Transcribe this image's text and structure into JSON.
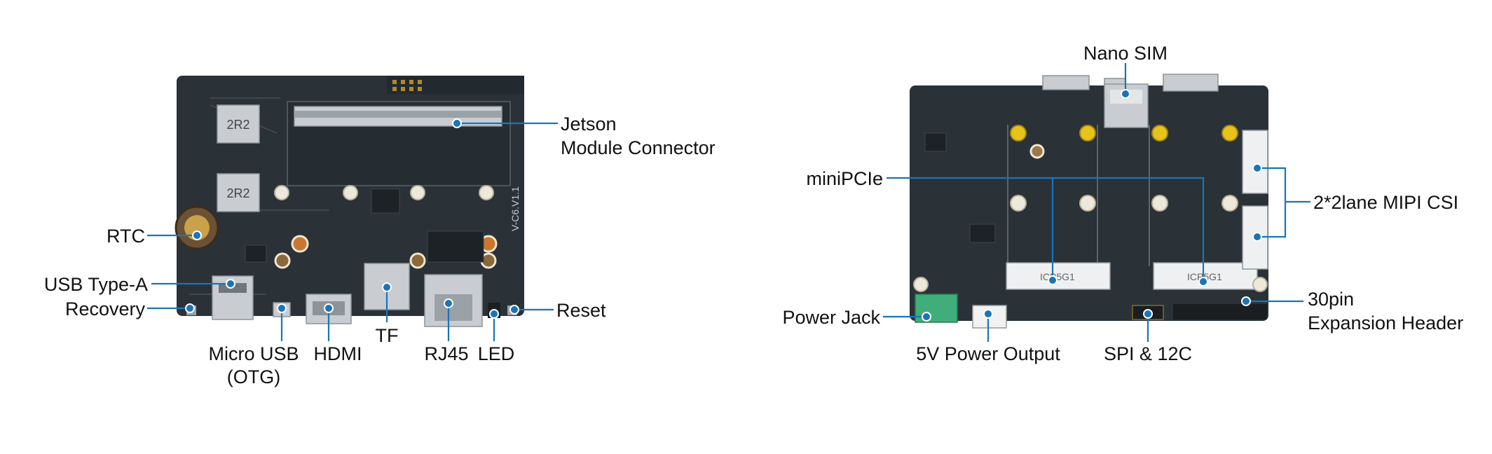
{
  "labels": {
    "jetson_line1": "Jetson",
    "jetson_line2": "Module Connector",
    "rtc": "RTC",
    "usb_type_a": "USB Type-A",
    "recovery": "Recovery",
    "micro_usb_line1": "Micro USB",
    "micro_usb_line2": "(OTG)",
    "hdmi": "HDMI",
    "tf": "TF",
    "rj45": "RJ45",
    "led": "LED",
    "reset": "Reset",
    "nano_sim": "Nano SIM",
    "minipcie": "miniPCIe",
    "mipi_csi": "2*2lane MIPI CSI",
    "expansion_line1": "30pin",
    "expansion_line2": "Expansion Header",
    "power_jack": "Power Jack",
    "power_output": "5V Power Output",
    "spi_i2c": "SPI & 12C"
  },
  "board_marks": {
    "inductor_1": "2R2",
    "inductor_2": "2R2",
    "revision": "V-C6.V1.1",
    "pcie_left": "ICP5G1",
    "pcie_right": "ICP5G1"
  },
  "colors": {
    "pcb": "#2a3238",
    "leader": "#1b74b8",
    "mount_pad": "#e7c21b",
    "terminal_block": "#3fae7a"
  }
}
